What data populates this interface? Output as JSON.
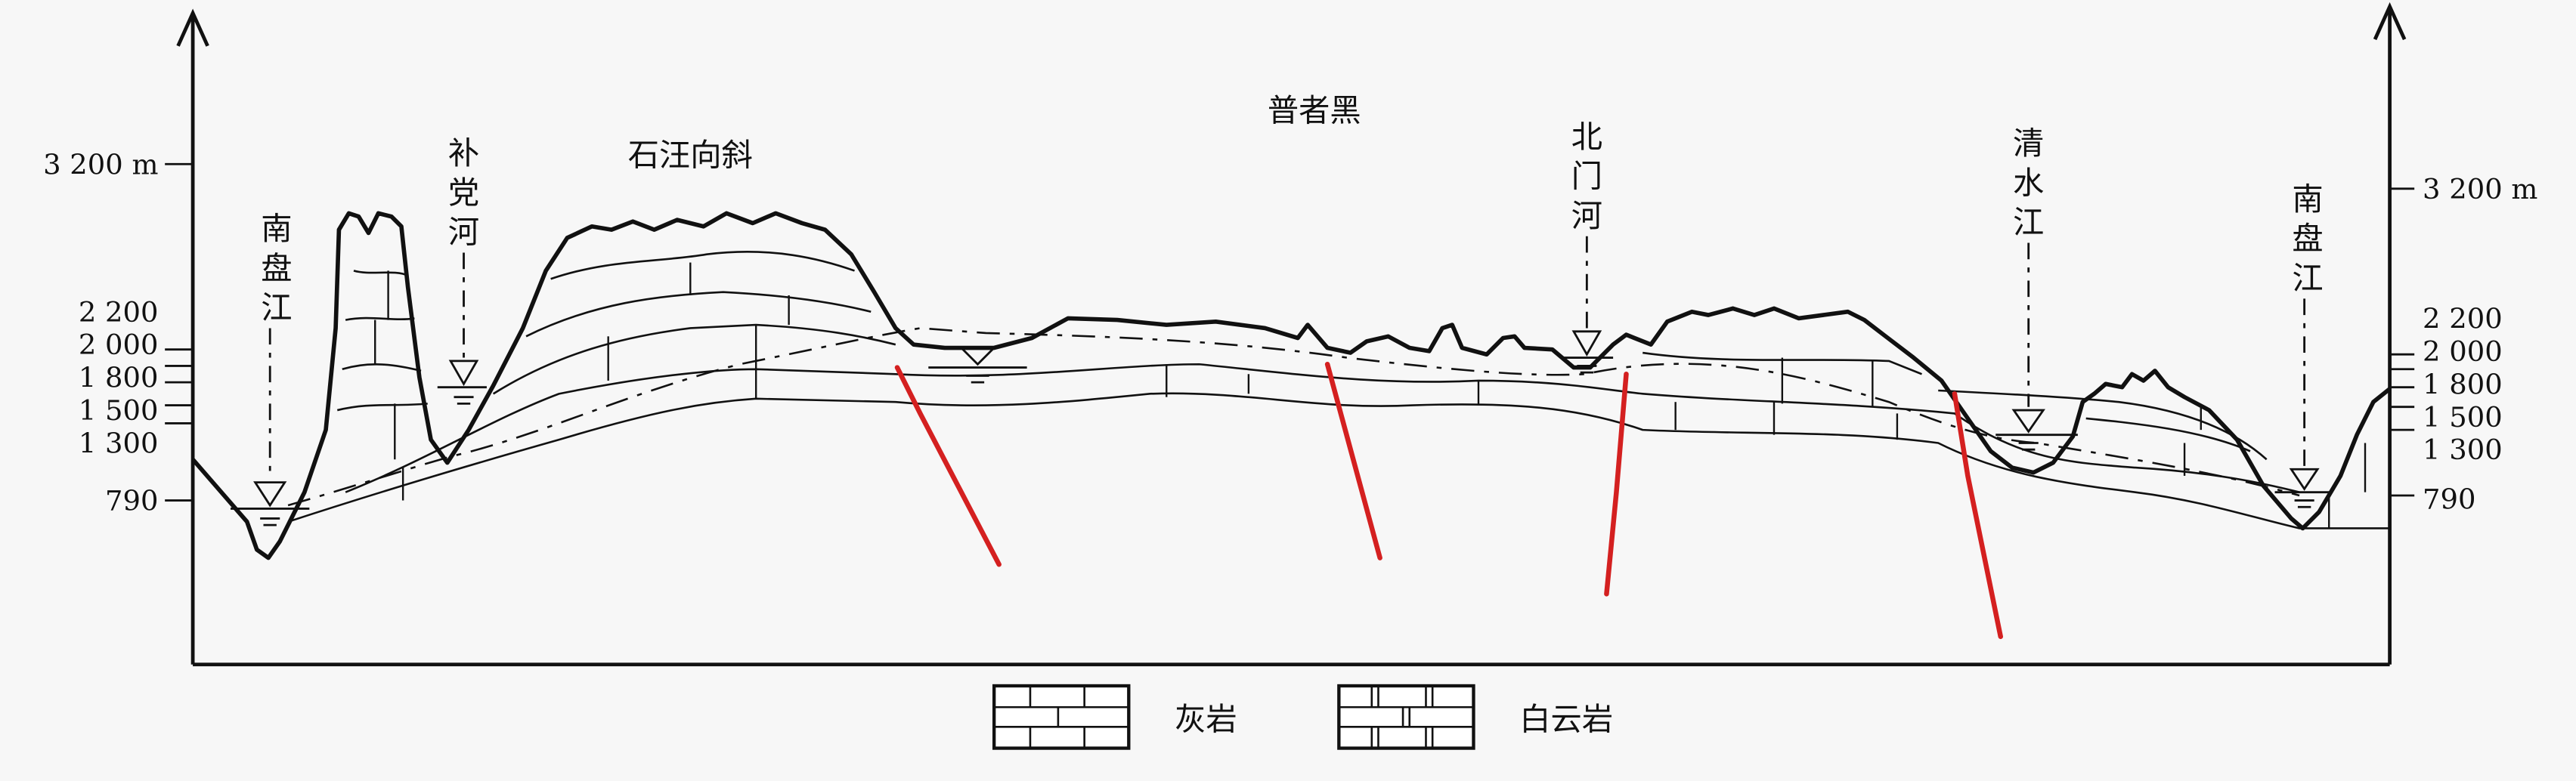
{
  "axis": {
    "left_ticks": [
      "3 200 m",
      "2 200",
      "2 000",
      "1 800",
      "1 500",
      "1 300",
      "790"
    ],
    "right_ticks": [
      "3 200 m",
      "2 200",
      "2 000",
      "1 800",
      "1 500",
      "1 300",
      "790"
    ]
  },
  "places": {
    "nanpanjiang_left": [
      "南",
      "盘",
      "江"
    ],
    "budanghe": [
      "补",
      "党",
      "河"
    ],
    "shiwang_syncline": "石汪向斜",
    "puzhehei": "普者黑",
    "beimenhe": [
      "北",
      "门",
      "河"
    ],
    "qingshuijiang": [
      "清",
      "水",
      "江"
    ],
    "nanpanjiang_right": [
      "南",
      "盘",
      "江"
    ]
  },
  "legend": {
    "limestone": "灰岩",
    "dolomite": "白云岩"
  },
  "colors": {
    "fault": "#d42020",
    "line": "#111111",
    "background": "#f7f7f7"
  }
}
